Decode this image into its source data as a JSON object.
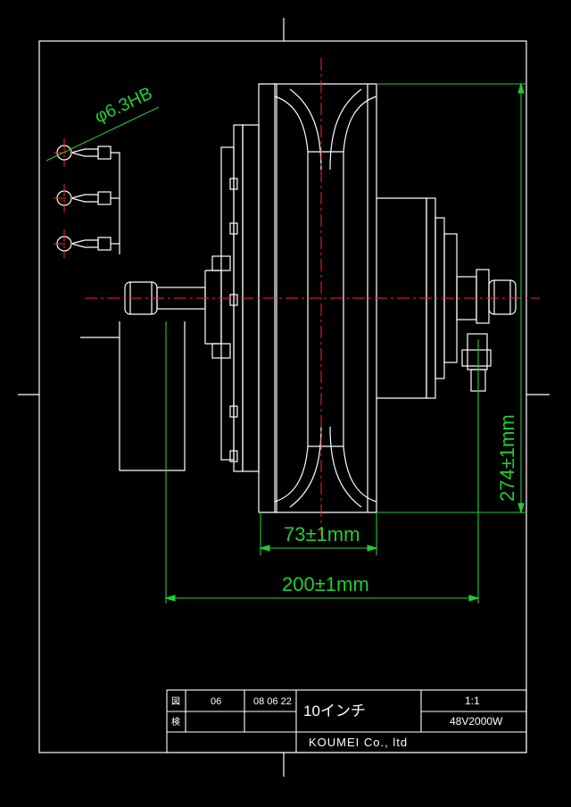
{
  "dimensions": {
    "terminal": "φ6.3HB",
    "diameter": "274±1mm",
    "rim_width": "73±1mm",
    "overall_width": "200±1mm"
  },
  "title_block": {
    "row1_label": "図",
    "row2_label": "検",
    "code": "06",
    "date": "08 06 22",
    "title": "10インチ",
    "scale": "1:1",
    "model": "48V2000W",
    "company": "KOUMEI Co., ltd"
  },
  "colors": {
    "background": "#000000",
    "line": "#ffffff",
    "dimension": "#22cc33",
    "centerline": "#ff2222"
  }
}
